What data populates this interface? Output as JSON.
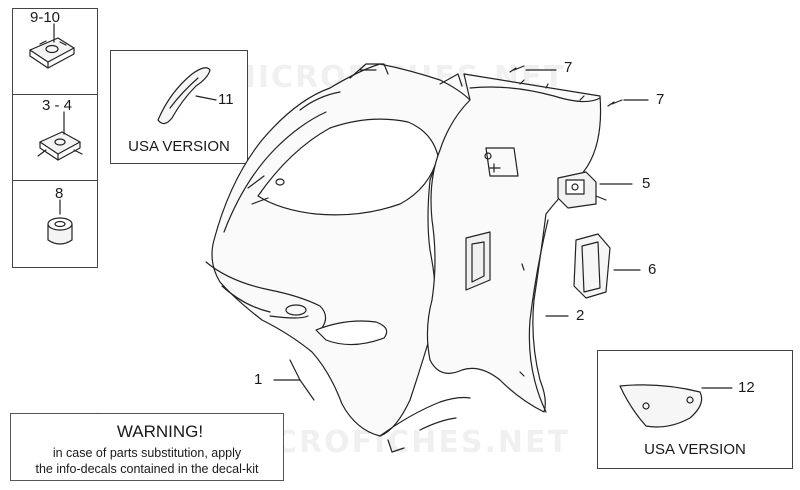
{
  "watermark": "MICROFICHES.NET",
  "inset_labels": {
    "clip_a": "9-10",
    "clip_b": "3 - 4",
    "bush": "8"
  },
  "part_labels": {
    "p1": "1",
    "p2": "2",
    "p5": "5",
    "p6": "6",
    "p7a": "7",
    "p7b": "7",
    "p11": "11",
    "p12": "12"
  },
  "usa_version": {
    "left": "USA VERSION",
    "right": "USA VERSION"
  },
  "warning": {
    "title": "WARNING!",
    "line1": "in case of parts substitution, apply",
    "line2": "the info-decals contained in the decal-kit"
  },
  "colors": {
    "line": "#222222",
    "watermark": "#e6e6e6"
  }
}
